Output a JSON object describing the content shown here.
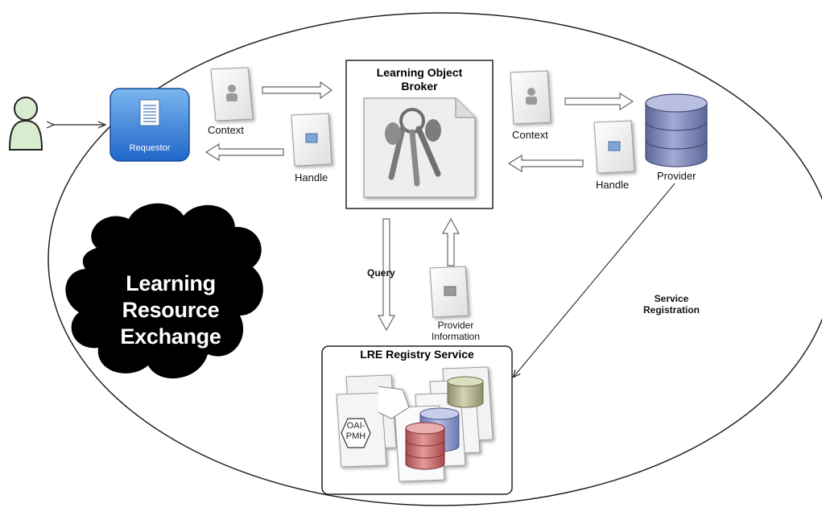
{
  "diagram": {
    "cloud_lines": [
      "Learning",
      "Resource",
      "Exchange"
    ],
    "requestor_label": "Requestor",
    "broker_title_lines": [
      "Learning Object",
      "Broker"
    ],
    "registry_title": "LRE Registry Service",
    "provider_label": "Provider",
    "context_left": "Context",
    "handle_left": "Handle",
    "context_right": "Context",
    "handle_right": "Handle",
    "query_label": "Query",
    "provider_info_lines": [
      "Provider",
      "Information"
    ],
    "service_registration_lines": [
      "Service",
      "Registration"
    ],
    "oai_lines": [
      "OAI-",
      "PMH"
    ]
  },
  "colors": {
    "requestor_fill": "#2f7fd8",
    "database_fill": "#7e87b8",
    "cloud_fill": "#000000",
    "user_fill": "#d9ecd0",
    "registry_db_red": "#c9696a"
  }
}
